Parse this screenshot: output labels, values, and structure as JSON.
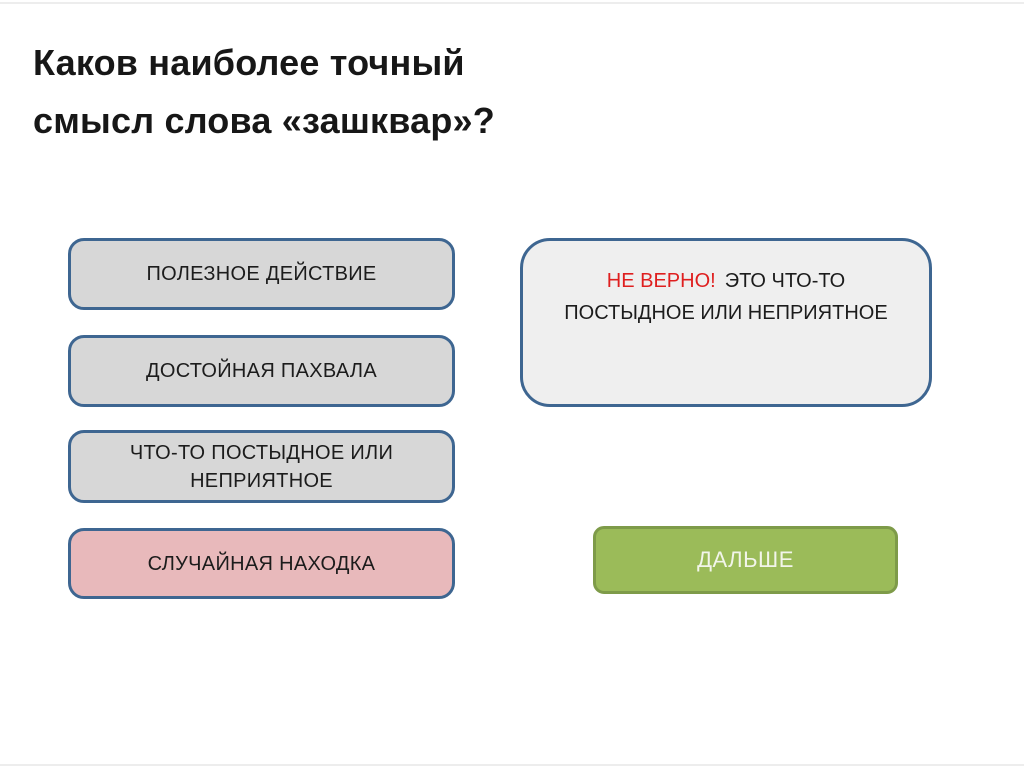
{
  "question": {
    "title_line1": "Каков наиболее точный",
    "title_line2": "смысл слова «зашквар»?"
  },
  "answers": [
    {
      "label": "ПОЛЕЗНОЕ ДЕЙСТВИЕ",
      "state": "default"
    },
    {
      "label": "ДОСТОЙНАЯ ПАХВАЛА",
      "state": "default"
    },
    {
      "label": "ЧТО-ТО ПОСТЫДНОЕ ИЛИ НЕПРИЯТНОЕ",
      "state": "default"
    },
    {
      "label": "СЛУЧАЙНАЯ НАХОДКА",
      "state": "selected-wrong"
    }
  ],
  "feedback": {
    "status": "НЕ ВЕРНО!",
    "message": "ЭТО ЧТО-ТО ПОСТЫДНОЕ ИЛИ НЕПРИЯТНОЕ"
  },
  "next_button": {
    "label": "ДАЛЬШЕ"
  },
  "colors": {
    "page_bg": "#ffffff",
    "edge_line": "#ededed",
    "title_color": "#171717",
    "border_blue": "#3e6691",
    "gray_fill": "#d7d7d7",
    "pink_fill": "#e8b9bb",
    "feedback_fill": "#efefef",
    "wrong_red": "#df1f1f",
    "answer_text": "#1c1c1c",
    "green_fill": "#9bbb59",
    "green_border": "#7e9b49",
    "green_text": "#f2f5ea"
  }
}
